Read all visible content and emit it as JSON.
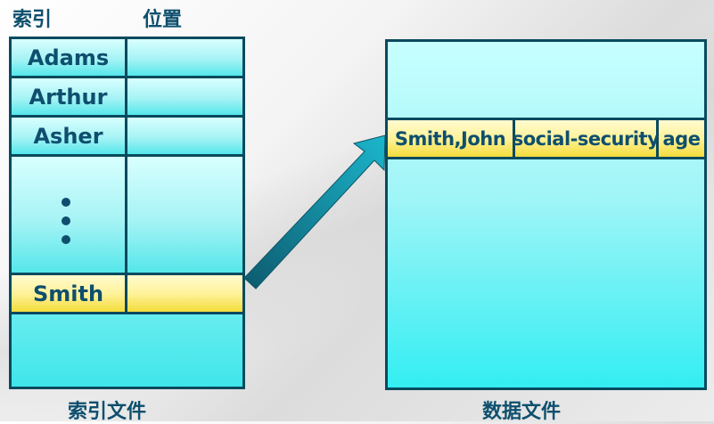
{
  "headers": {
    "index": "索引",
    "position": "位置"
  },
  "index_rows": [
    {
      "key": "Adams"
    },
    {
      "key": "Arthur"
    },
    {
      "key": "Asher"
    },
    {
      "key": ""
    },
    {
      "key": "Smith"
    }
  ],
  "ellipsis": "⋮",
  "data_record": {
    "fields": [
      "Smith,John",
      "social-security",
      "age"
    ]
  },
  "captions": {
    "index_file": "索引文件",
    "data_file": "数据文件"
  },
  "colors": {
    "border": "#0a4a5e",
    "text": "#0e4f6e",
    "cyan": "#9ff5f7",
    "highlight": "#fff29a",
    "arrow": "#14a3b8"
  }
}
